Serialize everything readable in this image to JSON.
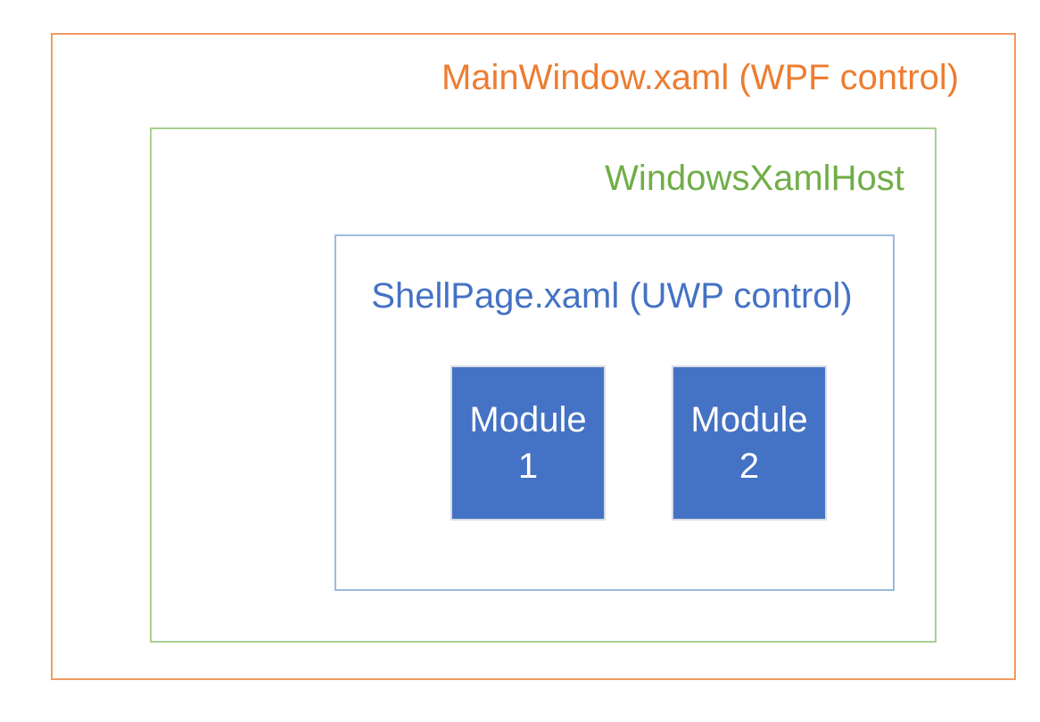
{
  "colors": {
    "canvas-bg": "#FFFFFF",
    "orange-border": "#F19A62",
    "orange-text": "#ED7D31",
    "green-border": "#A9D18E",
    "green-text": "#70AD47",
    "blue-border": "#9DB9DC",
    "blue-text": "#4472C4",
    "module-fill": "#4472C4",
    "module-border": "#D6DCE5",
    "module-text": "#FFFFFF"
  },
  "boxes": {
    "mainwindow": {
      "label": "MainWindow.xaml (WPF control)"
    },
    "xamlhost": {
      "label": "WindowsXamlHost"
    },
    "shellpage": {
      "label": "ShellPage.xaml (UWP control)"
    },
    "modules": [
      {
        "name": "Module",
        "number": "1"
      },
      {
        "name": "Module",
        "number": "2"
      }
    ]
  }
}
